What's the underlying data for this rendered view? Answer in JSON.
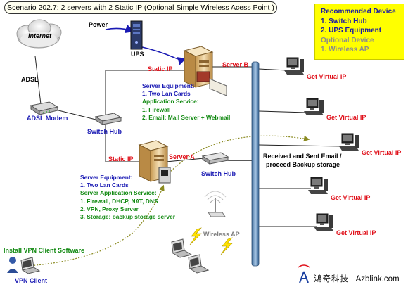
{
  "title": "Scenario 202.7:  2 servers with 2 Static IP (Optional Simple Wireless Acess Point )",
  "recommended": {
    "heading": "Recommended Device",
    "items": [
      "1. Switch Hub",
      "2. UPS Equipment"
    ],
    "optional_heading": "Optional Device",
    "optional_items": [
      "1. Wireless AP"
    ]
  },
  "labels": {
    "power": "Power",
    "internet": "Internet",
    "ups": "UPS",
    "adsl": "ADSL",
    "adsl_modem": "ADSL Modem",
    "switch_hub_left": "Switch Hub",
    "switch_hub_center": "Switch Hub",
    "static_ip_b": "Static IP",
    "static_ip_a": "Static IP",
    "server_b": "Server B",
    "server_a": "Server A",
    "wireless_ap": "Wireless AP",
    "install_vpn": "Install VPN Client Software",
    "vpn_client": "VPN Client",
    "backup_note_1": "Received and Sent Email /",
    "backup_note_2": "proceed Backup storage"
  },
  "virtual_ip": [
    "Get Virtual IP",
    "Get Virtual IP",
    "Get Virtual IP",
    "Get Virtual IP",
    "Get Virtual IP"
  ],
  "server_b_block": {
    "equipment_heading": "Server Equipment:",
    "equipment_items": [
      "1. Two Lan Cards"
    ],
    "service_heading": "Application Service:",
    "service_items": [
      "1. Firewall",
      "2. Email: Mail Server + Webmail"
    ]
  },
  "server_a_block": {
    "equipment_heading": "Server Equipment:",
    "equipment_items": [
      "1. Two Lan Cards"
    ],
    "service_heading": "Server Application Service:",
    "service_items": [
      "1. Firewall, DHCP, NAT, DNS",
      "2. VPN, Proxy Server",
      "3. Storage: backup storage server"
    ]
  },
  "brand": {
    "chinese": "鴻奇科技",
    "site": "Azblink.com"
  },
  "colors": {
    "title_border": "#333333",
    "rec_bg": "#ffff00",
    "red_label": "#e0101a",
    "blue_text": "#1a1ab4",
    "green_text": "#138a13",
    "backbone": "#4a78a8"
  }
}
